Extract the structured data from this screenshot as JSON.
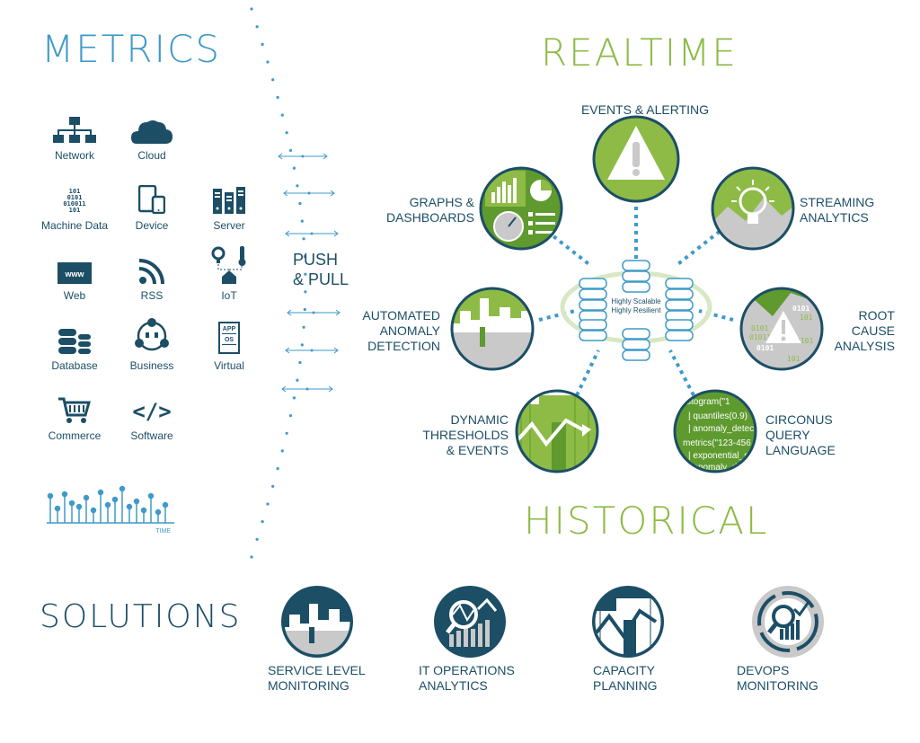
{
  "headings": {
    "metrics": "METRICS",
    "realtime": "REALTIME",
    "historical": "HISTORICAL",
    "solutions": "SOLUTIONS"
  },
  "metrics": [
    {
      "label": "Network",
      "icon": "network-icon"
    },
    {
      "label": "Cloud",
      "icon": "cloud-icon"
    },
    {
      "label": "Machine Data",
      "icon": "binary-icon"
    },
    {
      "label": "Device",
      "icon": "device-icon"
    },
    {
      "label": "Server",
      "icon": "server-icon"
    },
    {
      "label": "Web",
      "icon": "www-icon"
    },
    {
      "label": "RSS",
      "icon": "rss-icon"
    },
    {
      "label": "IoT",
      "icon": "iot-icon"
    },
    {
      "label": "Database",
      "icon": "database-icon"
    },
    {
      "label": "Business",
      "icon": "business-icon"
    },
    {
      "label": "Virtual",
      "icon": "virtual-icon"
    },
    {
      "label": "Commerce",
      "icon": "cart-icon"
    },
    {
      "label": "Software",
      "icon": "code-icon"
    }
  ],
  "icon_text": {
    "binary": [
      "101",
      "0101",
      "010011",
      "101"
    ],
    "www": "www",
    "app": "APP",
    "os": "OS",
    "code": "</>"
  },
  "time_label": "TIME",
  "push_pull": [
    "PUSH",
    "& PULL"
  ],
  "center": {
    "line1": "Highly Scalable",
    "line2": "Highly Resilient"
  },
  "features": {
    "events": "EVENTS & ALERTING",
    "graphs": [
      "GRAPHS &",
      "DASHBOARDS"
    ],
    "streaming": [
      "STREAMING",
      "ANALYTICS"
    ],
    "anomaly": [
      "AUTOMATED",
      "ANOMALY",
      "DETECTION"
    ],
    "root_cause": [
      "ROOT",
      "CAUSE",
      "ANALYSIS"
    ],
    "thresholds": [
      "DYNAMIC",
      "THRESHOLDS",
      "& EVENTS"
    ],
    "query": [
      "CIRCONUS",
      "QUERY",
      "LANGUAGE"
    ]
  },
  "code_snippet": [
    "stogram(\"1",
    "| quantiles(0.9)",
    "| anomaly_detec",
    "metrics(\"123-456",
    "| exponential_s",
    "| anomaly_de"
  ],
  "root_cause_bits": [
    "0101",
    "101",
    "0101",
    "01011",
    "0101",
    "0101",
    "101"
  ],
  "solutions": [
    {
      "line1": "SERVICE LEVEL",
      "line2": "MONITORING"
    },
    {
      "line1": "IT OPERATIONS",
      "line2": "ANALYTICS"
    },
    {
      "line1": "CAPACITY",
      "line2": "PLANNING"
    },
    {
      "line1": "DEVOPS",
      "line2": "MONITORING"
    }
  ],
  "colors": {
    "dark_blue": "#1c4e66",
    "light_blue": "#3f9ac9",
    "green": "#8dbb45",
    "dark_green": "#5e9a2e",
    "gray": "#c9c9c9",
    "ring": "#d8e8c4"
  }
}
